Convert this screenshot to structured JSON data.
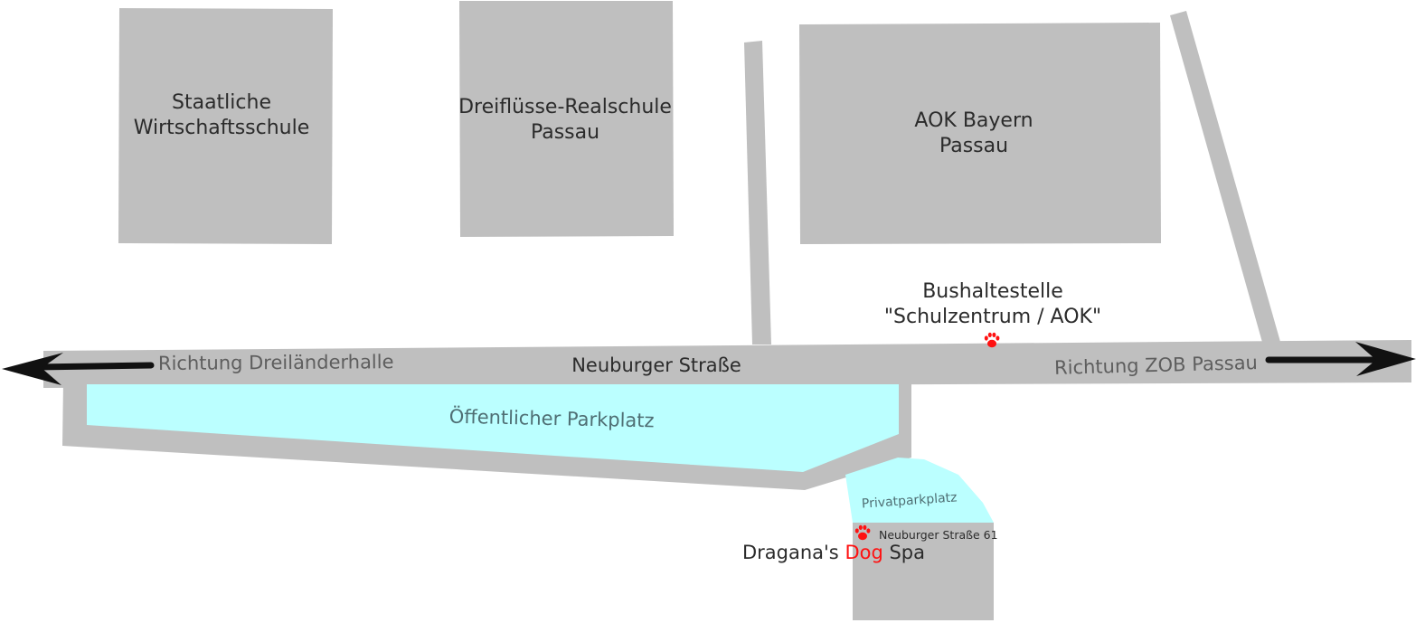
{
  "colors": {
    "building": "#bfbfbf",
    "road": "#bfbfbf",
    "parking": "#bbffff",
    "arrow": "#111111",
    "paw": "#ff1111",
    "accent_text": "#ff1111",
    "text": "#2b2b2b"
  },
  "buildings": {
    "wirtschaftsschule": {
      "line1": "Staatliche",
      "line2": "Wirtschaftsschule"
    },
    "realschule": {
      "line1": "Dreiflüsse-Realschule",
      "line2": "Passau"
    },
    "aok": {
      "line1": "AOK Bayern",
      "line2": "Passau"
    }
  },
  "bus_stop": {
    "line1": "Bushaltestelle",
    "line2": "\"Schulzentrum / AOK\"",
    "icon": "paw-icon"
  },
  "roads": {
    "main": "Neuburger Straße",
    "direction_left": "Richtung Dreiländerhalle",
    "direction_right": "Richtung ZOB Passau"
  },
  "parking": {
    "public": "Öffentlicher Parkplatz",
    "private": "Privatparkplatz"
  },
  "destination": {
    "address": "Neuburger Straße 61",
    "name_part1": "Dragana's ",
    "name_highlight": "Dog",
    "name_part2": " Spa",
    "icon": "paw-icon"
  }
}
